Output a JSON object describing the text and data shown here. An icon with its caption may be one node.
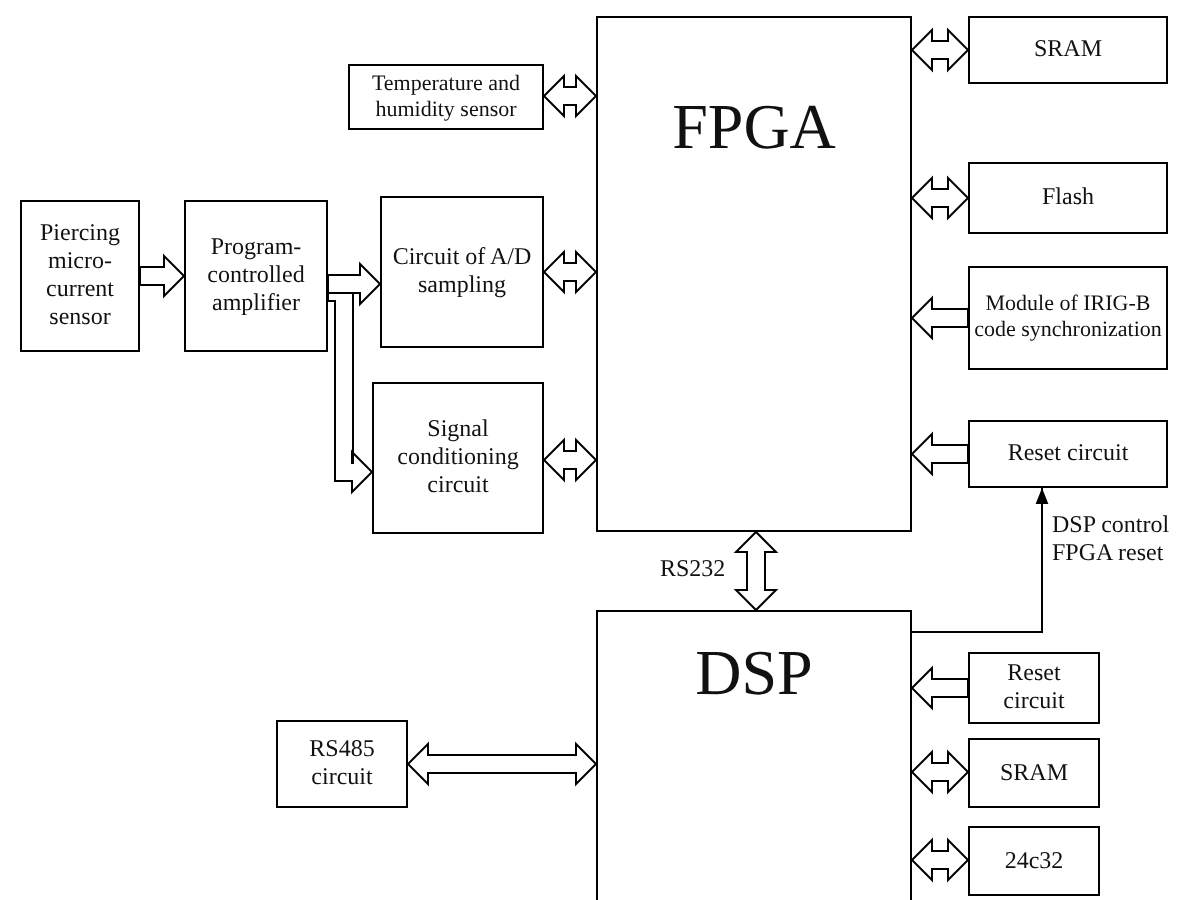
{
  "diagram": {
    "nodes": [
      {
        "text": [
          "Temperature and humidity sensor"
        ]
      },
      {
        "text": [
          "FPGA"
        ]
      },
      {
        "text": [
          "SRAM"
        ]
      },
      {
        "text": [
          "Flash"
        ]
      },
      {
        "text": [
          "Module of IRIG-B code synchronization"
        ]
      },
      {
        "text": [
          "Reset circuit"
        ]
      },
      {
        "text": [
          "Piercing micro-current sensor"
        ]
      },
      {
        "text": [
          "Program-controlled amplifier"
        ]
      },
      {
        "text": [
          "Circuit of A/D sampling"
        ]
      },
      {
        "text": [
          "Signal conditioning circuit"
        ]
      },
      {
        "text": [
          "DSP"
        ]
      },
      {
        "text": [
          "Reset circuit"
        ]
      },
      {
        "text": [
          "RS485 circuit"
        ]
      },
      {
        "text": [
          "SRAM"
        ]
      },
      {
        "text": [
          "24c32"
        ]
      }
    ],
    "edges": [
      {
        "from": 0,
        "to": 1,
        "arrow": "both",
        "style": "thick"
      },
      {
        "from": 2,
        "to": 1,
        "arrow": "both",
        "style": "thick"
      },
      {
        "from": 3,
        "to": 1,
        "arrow": "both",
        "style": "thick"
      },
      {
        "from": 4,
        "to": 1,
        "arrow": "to",
        "style": "thick"
      },
      {
        "from": 5,
        "to": 1,
        "arrow": "to",
        "style": "thick"
      },
      {
        "from": 6,
        "to": 7,
        "arrow": "to",
        "style": "thick"
      },
      {
        "from": 7,
        "to": 8,
        "arrow": "to",
        "style": "thick"
      },
      {
        "from": 7,
        "to": 9,
        "arrow": "to",
        "style": "thick"
      },
      {
        "from": 8,
        "to": 1,
        "arrow": "both",
        "style": "thick"
      },
      {
        "from": 9,
        "to": 1,
        "arrow": "both",
        "style": "thick"
      },
      {
        "from": 1,
        "to": 10,
        "arrow": "both",
        "style": "thick",
        "label": "RS232"
      },
      {
        "from": 10,
        "to": 5,
        "arrow": "to",
        "label": "DSP control FPGA reset"
      },
      {
        "from": 11,
        "to": 10,
        "arrow": "to",
        "style": "thick"
      },
      {
        "from": 12,
        "to": 10,
        "arrow": "both",
        "style": "thick"
      },
      {
        "from": 13,
        "to": 10,
        "arrow": "both",
        "style": "thick"
      },
      {
        "from": 14,
        "to": 10,
        "arrow": "both",
        "style": "thick"
      }
    ]
  }
}
